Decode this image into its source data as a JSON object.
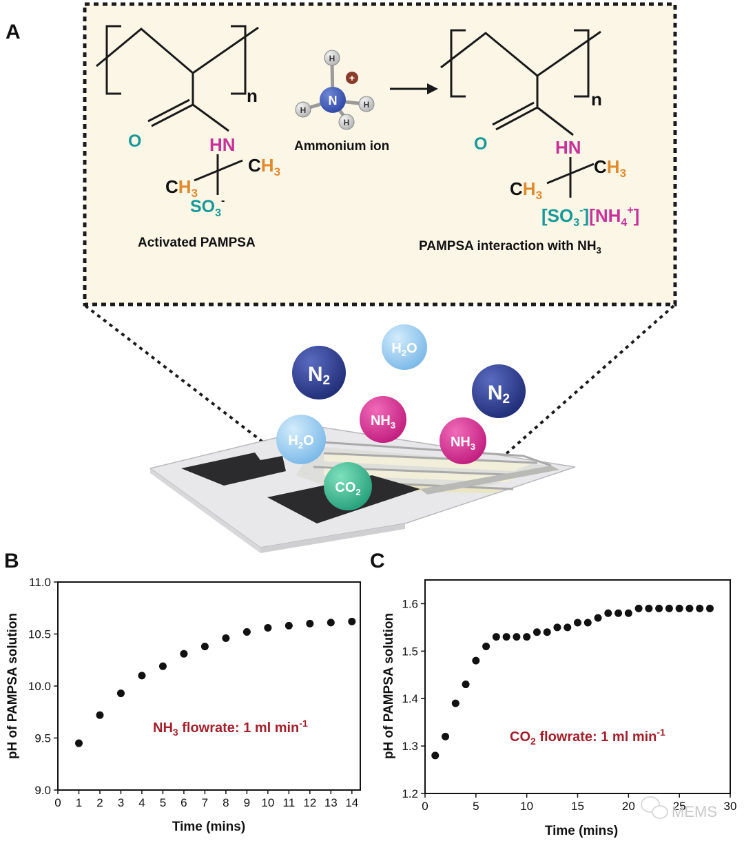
{
  "panels": {
    "a": "A",
    "b": "B",
    "c": "C"
  },
  "colors": {
    "teal": "#17999a",
    "magenta": "#c8319a",
    "orange": "#e08a2c",
    "annotation_red": "#a31f2a",
    "n2_blue": "#2a3a8c",
    "h2o_blue": "#8cc6ec",
    "nh3_pink": "#d6288e",
    "co2_green": "#3cb88f",
    "box_fill": "#fbf6e6"
  },
  "scheme": {
    "left_repeat": "n",
    "right_repeat": "n",
    "carbonyl_o": "O",
    "amide_hn": "HN",
    "methyl_c": "C",
    "methyl_h3": "H",
    "methyl_sub": "3",
    "sulfonate": "SO",
    "sulfonate_sub": "3",
    "sulfonate_sup": "-",
    "ammonium_n": "N",
    "ammonium_h": "H",
    "ammonium_charge": "+",
    "ammonium_label": "Ammonium ion",
    "left_caption": "Activated PAMPSA",
    "right_caption_main": "PAMPSA interaction with NH",
    "right_caption_sub": "3",
    "bracket_open": "[",
    "bracket_close": "]",
    "ammonium_bracket": "NH",
    "ammonium_bracket_sub": "4",
    "ammonium_bracket_sup": "+"
  },
  "molecules": {
    "n2": {
      "main": "N",
      "sub": "2"
    },
    "h2o": {
      "h": "H",
      "sub": "2",
      "o": "O"
    },
    "nh3": {
      "main": "NH",
      "sub": "3"
    },
    "co2": {
      "main": "CO",
      "sub": "2"
    }
  },
  "watermark": "MEMS",
  "chart_data": [
    {
      "type": "scatter",
      "panel": "B",
      "x": [
        1,
        2,
        3,
        4,
        5,
        6,
        7,
        8,
        9,
        10,
        11,
        12,
        13,
        14
      ],
      "y": [
        9.45,
        9.72,
        9.93,
        10.1,
        10.19,
        10.31,
        10.38,
        10.46,
        10.52,
        10.56,
        10.58,
        10.6,
        10.61,
        10.62
      ],
      "xlabel": "Time (mins)",
      "ylabel": "pH of PAMPSA solution",
      "xlim": [
        0,
        14.4
      ],
      "ylim": [
        9.0,
        11.0
      ],
      "xticks": [
        0,
        1,
        2,
        3,
        4,
        5,
        6,
        7,
        8,
        9,
        10,
        11,
        12,
        13,
        14
      ],
      "yticks": [
        9.0,
        9.5,
        10.0,
        10.5,
        11.0
      ],
      "ytick_labels": [
        "9.0",
        "9.5",
        "10.0",
        "10.5",
        "11.0"
      ],
      "annotation": {
        "pre": "NH",
        "sub": "3",
        "mid": " flowrate: 1 ml min",
        "sup": "-1"
      },
      "grid": false
    },
    {
      "type": "scatter",
      "panel": "C",
      "x": [
        1,
        2,
        3,
        4,
        5,
        6,
        7,
        8,
        9,
        10,
        11,
        12,
        13,
        14,
        15,
        16,
        17,
        18,
        19,
        20,
        21,
        22,
        23,
        24,
        25,
        26,
        27,
        28
      ],
      "y": [
        1.28,
        1.32,
        1.39,
        1.43,
        1.48,
        1.51,
        1.53,
        1.53,
        1.53,
        1.53,
        1.54,
        1.54,
        1.55,
        1.55,
        1.56,
        1.56,
        1.57,
        1.58,
        1.58,
        1.58,
        1.59,
        1.59,
        1.59,
        1.59,
        1.59,
        1.59,
        1.59,
        1.59
      ],
      "xlabel": "Time (mins)",
      "ylabel": "pH of PAMPSA solution",
      "xlim": [
        0,
        30
      ],
      "ylim": [
        1.2,
        1.65
      ],
      "xticks": [
        0,
        5,
        10,
        15,
        20,
        25,
        30
      ],
      "yticks": [
        1.2,
        1.3,
        1.4,
        1.5,
        1.6
      ],
      "ytick_labels": [
        "1.2",
        "1.3",
        "1.4",
        "1.5",
        "1.6"
      ],
      "annotation": {
        "pre": "CO",
        "sub": "2",
        "mid": " flowrate: 1 ml min",
        "sup": "-1"
      },
      "grid": false
    }
  ]
}
